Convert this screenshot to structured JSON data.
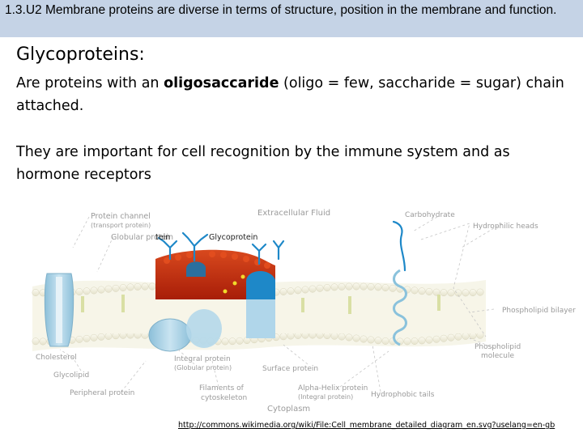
{
  "header": {
    "title": "1.3.U2 Membrane proteins are diverse in terms of structure, position in the membrane and function."
  },
  "section": {
    "title": "Glycoproteins:",
    "para1_a": "Are proteins with an ",
    "para1_bold": "oligosaccaride",
    "para1_b": " (oligo = few, saccharide = sugar) chain attached.",
    "para2": "They are important for cell recognition by the immune system and as hormone receptors"
  },
  "diagram": {
    "labels": {
      "protein_channel": "Protein channel",
      "transport_protein": "(transport protein)",
      "globular_protein": "Globular protein",
      "extracellular_fluid": "Extracellular Fluid",
      "carbohydrate": "Carbohydrate",
      "hydrophilic_heads": "Hydrophilic heads",
      "glycoprotein": "Glycoprotein",
      "phospholipid_bilayer": "Phospholipid bilayer",
      "phospholipid_molecule_1": "Phospholipid",
      "phospholipid_molecule_2": "molecule",
      "cholesterol": "Cholesterol",
      "glycolipid": "Glycolipid",
      "integral_protein": "Integral protein",
      "globular_protein_paren": "(Globular protein)",
      "surface_protein": "Surface protein",
      "peripheral_protein": "Peripheral protein",
      "filaments_1": "Filaments of",
      "filaments_2": "cytoskeleton",
      "alpha_helix": "Alpha-Helix protein",
      "integral_protein_paren": "(Integral protein)",
      "hydrophobic_tails": "Hydrophobic tails",
      "cytoplasm": "Cytoplasm",
      "tein_fragment": "tein"
    }
  },
  "source": {
    "link": "http://commons.wikimedia.org/wiki/File:Cell_membrane_detailed_diagram_en.svg?uselang=en-gb"
  },
  "colors": {
    "header_bg": "#c5d3e6",
    "membrane_head": "#f1efe0",
    "glycoprotein_red": "#c42a10",
    "protein_blue": "#add4e6",
    "carbohydrate_blue": "#1e88c8"
  }
}
